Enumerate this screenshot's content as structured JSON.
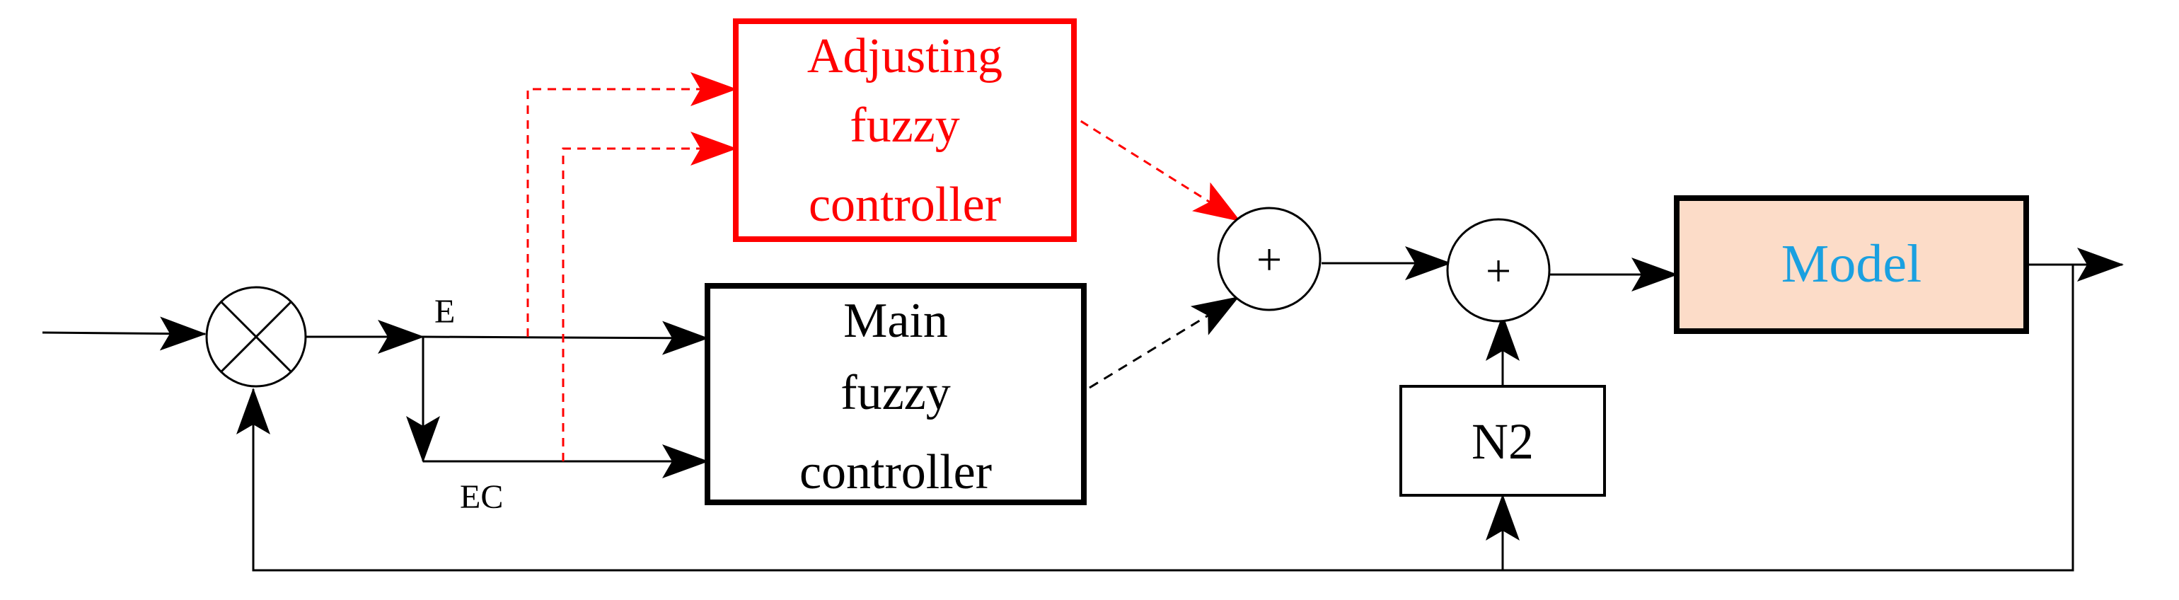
{
  "blocks": {
    "adjusting": {
      "lines": [
        "Adjusting",
        "fuzzy",
        "controller"
      ]
    },
    "main": {
      "lines": [
        "Main",
        "fuzzy",
        "controller"
      ]
    },
    "model": {
      "label": "Model"
    },
    "n2": {
      "label": "N2"
    }
  },
  "signals": {
    "e": "E",
    "ec": "EC"
  },
  "operators": {
    "plus": "+"
  },
  "colors": {
    "line": "#000000",
    "adjust": "#ff0000",
    "model_fill": "#fcdcc8",
    "model_text": "#1aa0e0"
  }
}
